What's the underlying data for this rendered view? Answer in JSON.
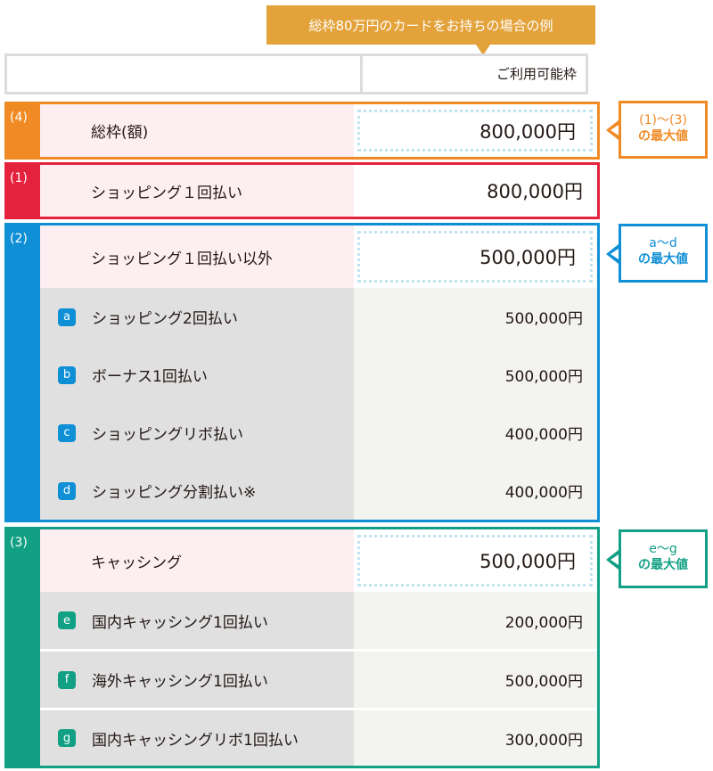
{
  "banner": "総枠80万円のカードをお持ちの場合の例",
  "header_label": "ご利用可能枠",
  "colors": {
    "orange": "#f08a24",
    "red": "#e5223d",
    "blue": "#0f8fd5",
    "green": "#11a084",
    "banner": "#e3a23a"
  },
  "sections": {
    "s4": {
      "tab": "(4)",
      "name": "総枠(額)",
      "value": "800,000円"
    },
    "s1": {
      "tab": "(1)",
      "name": "ショッピング１回払い",
      "value": "800,000円"
    },
    "s2": {
      "tab": "(2)",
      "name": "ショッピング１回払い以外",
      "value": "500,000円",
      "items": [
        {
          "badge": "a",
          "name": "ショッピング2回払い",
          "value": "500,000円"
        },
        {
          "badge": "b",
          "name": "ボーナス1回払い",
          "value": "500,000円"
        },
        {
          "badge": "c",
          "name": "ショッピングリボ払い",
          "value": "400,000円"
        },
        {
          "badge": "d",
          "name": "ショッピング分割払い※",
          "value": "400,000円"
        }
      ]
    },
    "s3": {
      "tab": "(3)",
      "name": "キャッシング",
      "value": "500,000円",
      "items": [
        {
          "badge": "e",
          "name": "国内キャッシング1回払い",
          "value": "200,000円"
        },
        {
          "badge": "f",
          "name": "海外キャッシング1回払い",
          "value": "500,000円"
        },
        {
          "badge": "g",
          "name": "国内キャッシングリボ1回払い",
          "value": "300,000円"
        }
      ]
    }
  },
  "callouts": {
    "c4": {
      "line1": "(1)〜(3)",
      "line2": "の最大値"
    },
    "c2": {
      "line1": "a〜d",
      "line2": "の最大値"
    },
    "c3": {
      "line1": "e〜g",
      "line2": "の最大値"
    }
  }
}
